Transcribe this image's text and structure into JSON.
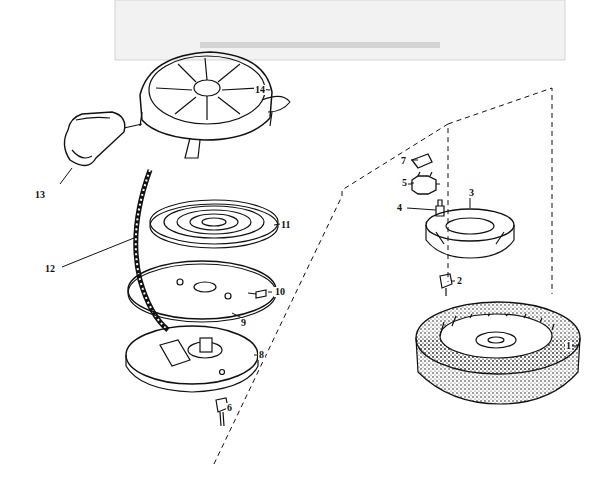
{
  "diagram": {
    "labels": [
      "14",
      "13",
      "11",
      "12",
      "10",
      "9",
      "8",
      "6",
      "7",
      "5",
      "4",
      "3",
      "2",
      "1"
    ]
  }
}
